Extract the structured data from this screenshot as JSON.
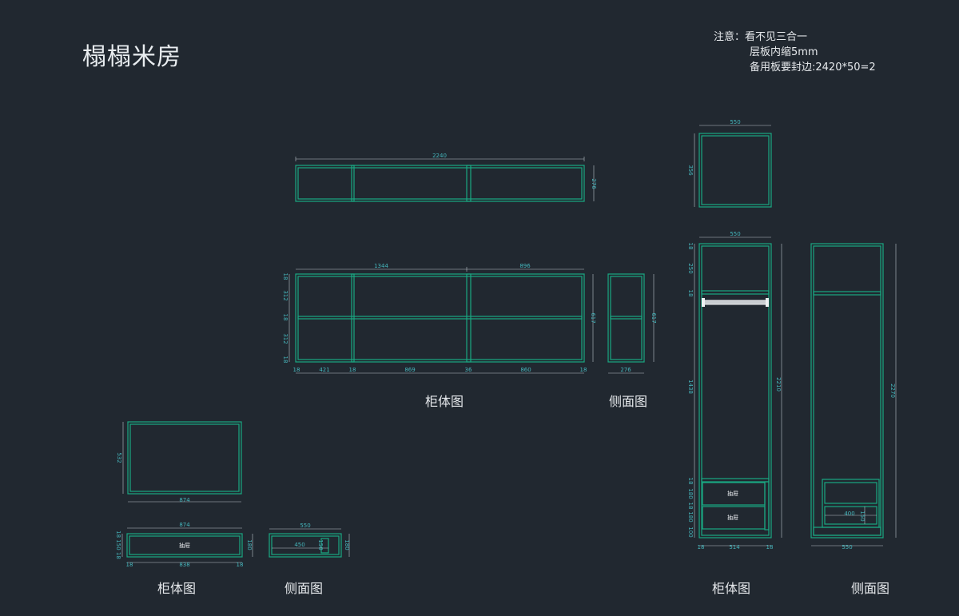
{
  "title": "榻榻米房",
  "notes": [
    "注意：看不见三合一",
    "层板内缩5mm",
    "备用板要封边:2420*50=2"
  ],
  "view_labels": {
    "cabinet_1": "柜体图",
    "side_1": "侧面图",
    "cabinet_2": "柜体图",
    "side_2": "侧面图",
    "cabinet_3": "柜体图",
    "side_3": "侧面图"
  },
  "drawer_label": "抽屉",
  "dimensions": {
    "top_cabinet_width": "2240",
    "top_cabinet_height": "276",
    "main_width_left": "1344",
    "main_width_right": "896",
    "main_height": "617",
    "main_left_rows": [
      "18",
      "312",
      "18",
      "312",
      "18"
    ],
    "main_bottom": [
      "18",
      "421",
      "18",
      "869",
      "36",
      "860",
      "18"
    ],
    "main_side_height": "617",
    "main_side_depth": "276",
    "small_top_width": "874",
    "small_top_height": "532",
    "small_drawer_width_top": "874",
    "small_drawer_left": "18 150 18",
    "small_drawer_height": "180",
    "small_drawer_bottom": [
      "18",
      "838",
      "18"
    ],
    "small_side_width": "550",
    "small_side_inner": "450",
    "small_side_inner_h": "150",
    "small_side_height": "180",
    "top_box_width": "550",
    "top_box_height": "356",
    "wardrobe_width": "550",
    "wardrobe_left": [
      "18",
      "250",
      "18",
      "1438",
      "18",
      "180",
      "18",
      "180",
      "100"
    ],
    "wardrobe_height": "2210",
    "wardrobe_bottom": [
      "18",
      "514",
      "18"
    ],
    "wardrobe_side_height": "2270",
    "wardrobe_side_inner": "400",
    "wardrobe_side_inner_h": "150",
    "wardrobe_side_width": "550"
  }
}
